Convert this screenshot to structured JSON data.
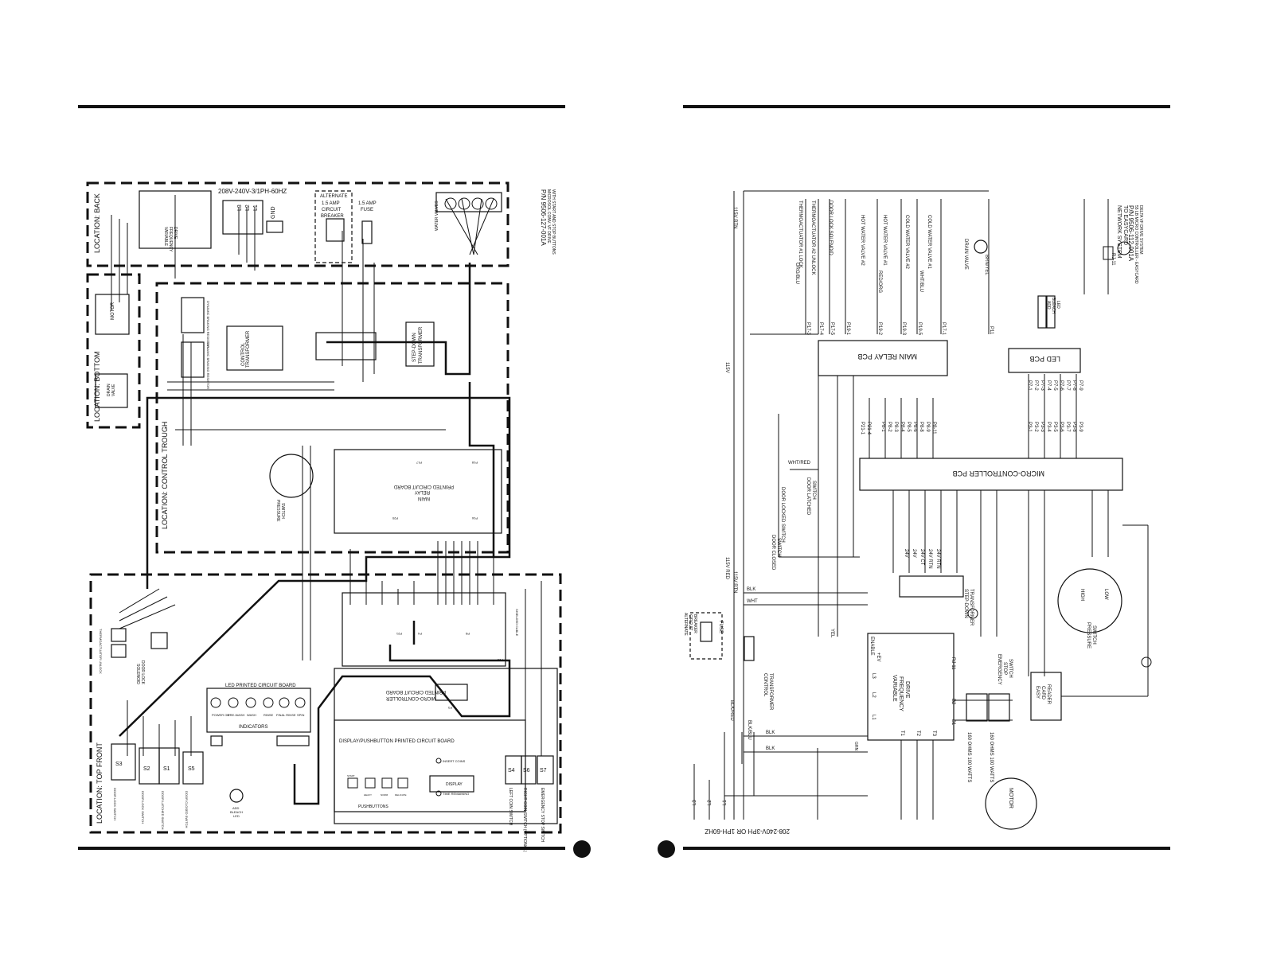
{
  "left_page": {
    "locations": {
      "back": "LOCATION:  BACK",
      "bottom": "LOCATION:  BOTTOM",
      "control_trough": "LOCATION:  CONTROL  TROUGH",
      "top_front": "LOCATION:  TOP  FRONT"
    },
    "supply": "208V-240V-3/1PH-60HZ",
    "alternate_breaker": [
      "ALTERNATE",
      "1.5 AMP",
      "CIRCUIT",
      "BREAKER"
    ],
    "fuse": [
      "1.5 AMP",
      "FUSE"
    ],
    "terminals": [
      "L3",
      "L2",
      "L1",
      "GND"
    ],
    "part_number": "P/N  9506-127-001A",
    "part_note_1": "MICROSOL CONV. VF DRIVE",
    "part_note_2": "WITH START AND STOP BUTTONS",
    "water_valves": "WATER VALVES",
    "motor": "MOTOR",
    "drain_valve": [
      "DRAIN",
      "VALVE"
    ],
    "vfd": [
      "VARIABLE",
      "FREQUENCY",
      "DRIVE"
    ],
    "control_transformer": [
      "CONTROL",
      "TRANSFORMER"
    ],
    "step_down_transformer": [
      "STEP-DOWN",
      "TRANSFORMER"
    ],
    "dynamic_braking": "DYNAMIC BRAKING RESISTOR",
    "pressure_switch": [
      "PRESSURE",
      "SWITCH"
    ],
    "main_relay_board": [
      "MAIN",
      "RELAY",
      "PRINTED CIRCUIT BOARD"
    ],
    "micro_controller_board": [
      "MICRO-CONTROLLER",
      "PRINTED CIRCUIT BOARD"
    ],
    "led_board": "LED PRINTED CIRCUIT BOARD",
    "indicators": "INDICATORS",
    "indicator_labels": [
      "POWER ON",
      "PRE-WASH",
      "WASH",
      "RINSE",
      "FINAL RINSE",
      "SPIN"
    ],
    "display_board": "DISPLAY/PUSHBUTTON PRINTED CIRCUIT BOARD",
    "insert_coins": "INSERT COINS",
    "display": "DISPLAY",
    "time_remaining": "TIME REMAINING",
    "pushbuttons": "PUSHBUTTONS",
    "pushbutton_labels": [
      "START",
      "HEAVY",
      "NORM",
      "DELICATE"
    ],
    "door_lock_solenoid": [
      "DOOR LOCK",
      "SOLENOID"
    ],
    "thermoactuator": "THERMOACTUATOR UNLOCK",
    "add_bleach_led": [
      "ADD",
      "BLEACH",
      "LED"
    ],
    "switches": [
      {
        "id": "S3",
        "label": "DOOR LOCK SWITCH"
      },
      {
        "id": "S2",
        "label": "DOOR LOCK SWITCH"
      },
      {
        "id": "S1",
        "label": "DOOR LATCHED SWITCH"
      },
      {
        "id": "S5",
        "label": "DOOR CLOSED SWITCH"
      }
    ],
    "coin_switches": [
      {
        "id": "S4",
        "label": "LEFT COIN SWITCH"
      },
      {
        "id": "S6",
        "label": "RIGHT COIN SWITCH (OPTIONAL)"
      },
      {
        "id": "S7",
        "label": "EMERGENCY STOP SWITCH"
      }
    ],
    "shielded_cable": "SHIELDED CABLE",
    "connectors": [
      "P17",
      "P18",
      "P19",
      "P20",
      "P16",
      "P4",
      "P21",
      "P8",
      "P3",
      "P13",
      "P1"
    ]
  },
  "right_page": {
    "supply": "208-240V-3PH  OR  1PH-60HZ",
    "part_number": "P/N  9506-112-001A",
    "part_note_1": "55 LB MICRO CONTROLLER - EASYCARD",
    "part_note_2": "DELTA VF DRIVE SYSTEM",
    "to_easycard": [
      "TO EASYCARD",
      "NETWORK SYSTEM"
    ],
    "rj11": "RJ-11",
    "main_relay_pcb": "MAIN RELAY PCB",
    "led_pcb": "LED PCB",
    "micro_controller_pcb": "MICRO-CONTROLLER PCB",
    "vfd": [
      "VARIABLE",
      "FREQUENCY",
      "DRIVE"
    ],
    "vfd_terminals": [
      "+EV",
      "ENABLE",
      "L1",
      "L2",
      "L3",
      "RJ-11",
      "B2",
      "B1",
      "T1",
      "T2",
      "T3"
    ],
    "control_transformer": [
      "CONTROL",
      "TRANSFORMER"
    ],
    "step_down_transformer": [
      "STEP-DOWN",
      "TRANSFORMER"
    ],
    "alternate_breaker": [
      "ALTERNATE",
      "CIRCUIT",
      "BREAKER"
    ],
    "fuse": "FUSE",
    "motor": "MOTOR",
    "resistors": [
      "160 OHMS 100 WATTS",
      "160 OHMS 100 WATTS"
    ],
    "door_locked_switch": "DOOR LOCKED SWITCH",
    "door_latched_switch": [
      "DOOR LATCHED",
      "SWITCH"
    ],
    "door_closed_switch": [
      "DOOR CLOSED",
      "SWITCH"
    ],
    "emergency_stop": [
      "EMERGENCY",
      "STOP",
      "SWITCH"
    ],
    "easy_card_reader": [
      "EASY",
      "CARD",
      "READER"
    ],
    "pressure_switch": [
      "PRESSURE",
      "SWITCH"
    ],
    "pressure_levels": [
      "HIGH",
      "LOW"
    ],
    "loads": [
      "THERMOACTUATOR #1 LOCK",
      "THERMOACTUATOR #2 UNLOCK",
      "DOOR LOCK SOLENOID",
      "HOT WATER VALVE #2",
      "HOT WATER VALVE #1",
      "COLD WATER VALVE #2",
      "COLD WATER VALVE #1",
      "DRAIN VALVE"
    ],
    "add_bleach_led": [
      "ADD",
      "BLEACH",
      "LED"
    ],
    "power_labels": [
      "115V RTN",
      "115V",
      "115V RED",
      "115V RTN"
    ],
    "wire_colors": [
      "BLK",
      "WHT",
      "RED",
      "YEL",
      "BLU",
      "ORG",
      "GRN",
      "WHT/RED",
      "BLK/BLU",
      "BLK/RED",
      "BRN/YEL",
      "ORG/BLU",
      "WHT/BLU",
      "RED/ORG"
    ],
    "transformer_taps": [
      "24V",
      "24V",
      "24V CT",
      "24V RTN",
      "24V RTN"
    ],
    "supply_lines": [
      "L1",
      "L2",
      "L3"
    ],
    "relay_pins": [
      "P17-3",
      "P17-4",
      "P17-5",
      "P19-1",
      "P19-2",
      "P19-3",
      "P19-5",
      "P17-1",
      "P11"
    ],
    "led_pins": [
      "P7-1",
      "P7-2",
      "P7-3",
      "P7-4",
      "P7-5",
      "P7-6",
      "P7-7",
      "P7-8",
      "P7-9"
    ],
    "micro_pins_left": [
      "P21-1",
      "P21-4",
      "P8-1",
      "P8-2",
      "P8-3",
      "P8-4",
      "P8-5",
      "P8-6",
      "P8-8",
      "P8-9",
      "P8-11"
    ],
    "micro_pins_right": [
      "P3-1",
      "P3-2",
      "P3-3",
      "P3-4",
      "P3-5",
      "P3-6",
      "P3-7",
      "P3-8",
      "P3-9"
    ]
  }
}
